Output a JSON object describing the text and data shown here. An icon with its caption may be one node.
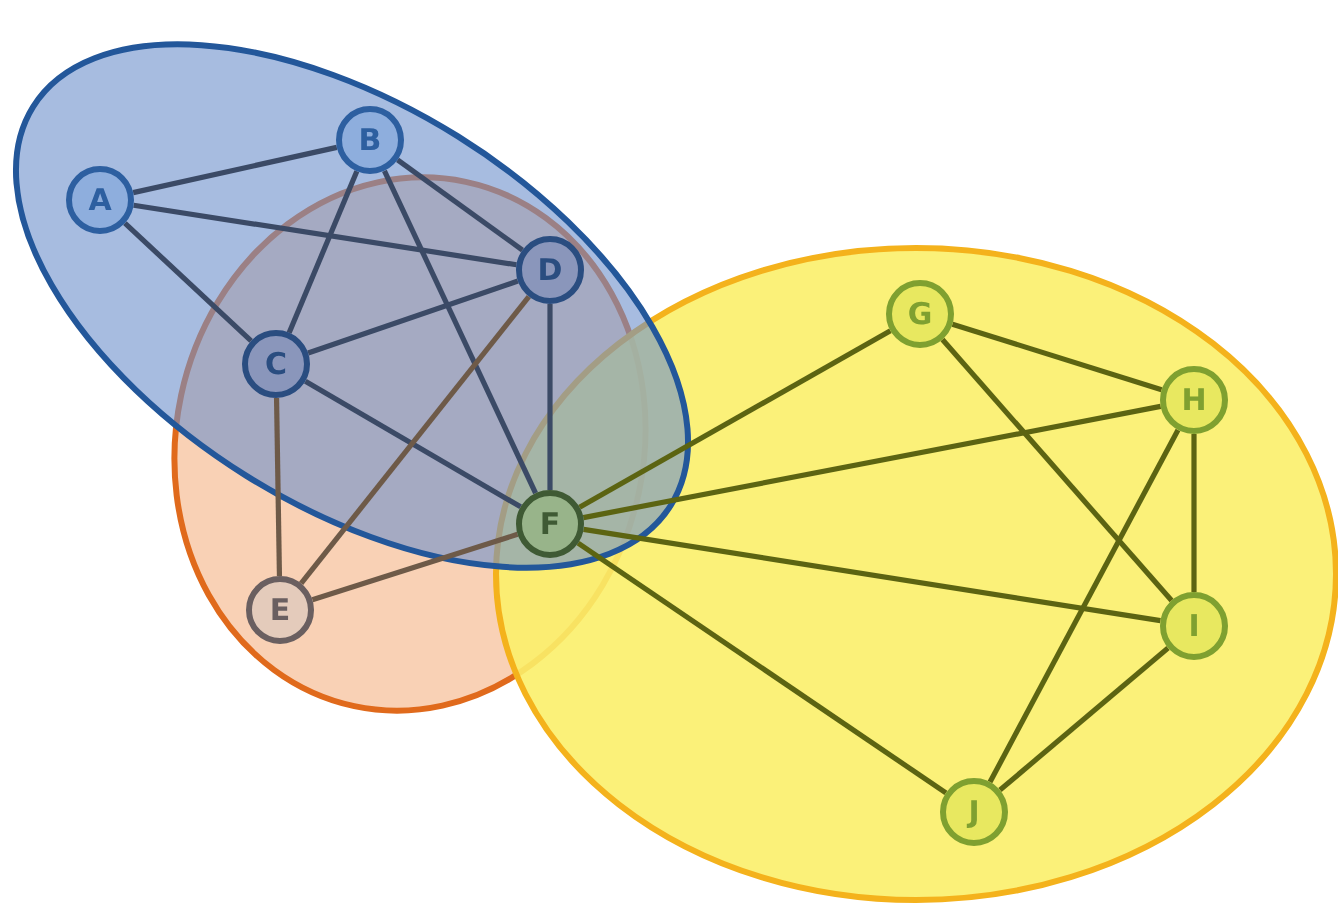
{
  "diagram": {
    "nodes": [
      {
        "text": [
          "A"
        ]
      },
      {
        "text": [
          "B"
        ]
      },
      {
        "text": [
          "C"
        ]
      },
      {
        "text": [
          "D"
        ]
      },
      {
        "text": [
          "E"
        ]
      },
      {
        "text": [
          "F"
        ]
      },
      {
        "text": [
          "G"
        ]
      },
      {
        "text": [
          "H"
        ]
      },
      {
        "text": [
          "I"
        ]
      },
      {
        "text": [
          "J"
        ]
      }
    ],
    "edges": [
      {
        "from": 0,
        "to": 1,
        "arrow": "none"
      },
      {
        "from": 0,
        "to": 3,
        "arrow": "none"
      },
      {
        "from": 0,
        "to": 2,
        "arrow": "none"
      },
      {
        "from": 1,
        "to": 2,
        "arrow": "none"
      },
      {
        "from": 1,
        "to": 3,
        "arrow": "none"
      },
      {
        "from": 1,
        "to": 5,
        "arrow": "none"
      },
      {
        "from": 2,
        "to": 3,
        "arrow": "none"
      },
      {
        "from": 2,
        "to": 5,
        "arrow": "none"
      },
      {
        "from": 3,
        "to": 5,
        "arrow": "none"
      },
      {
        "from": 2,
        "to": 4,
        "arrow": "none",
        "color": "#6e5a48"
      },
      {
        "from": 3,
        "to": 4,
        "arrow": "none",
        "color": "#6e5a48"
      },
      {
        "from": 4,
        "to": 5,
        "arrow": "none",
        "color": "#6e5a48"
      },
      {
        "from": 5,
        "to": 6,
        "arrow": "none",
        "color": "#5c6412"
      },
      {
        "from": 5,
        "to": 7,
        "arrow": "none",
        "color": "#5c6412"
      },
      {
        "from": 5,
        "to": 8,
        "arrow": "none",
        "color": "#5c6412"
      },
      {
        "from": 5,
        "to": 9,
        "arrow": "none",
        "color": "#5c6412"
      },
      {
        "from": 6,
        "to": 7,
        "arrow": "none",
        "color": "#5c6412"
      },
      {
        "from": 6,
        "to": 8,
        "arrow": "none",
        "color": "#5c6412"
      },
      {
        "from": 7,
        "to": 8,
        "arrow": "none",
        "color": "#5c6412"
      },
      {
        "from": 7,
        "to": 9,
        "arrow": "none",
        "color": "#5c6412"
      },
      {
        "from": 8,
        "to": 9,
        "arrow": "none",
        "color": "#5c6412"
      }
    ]
  }
}
